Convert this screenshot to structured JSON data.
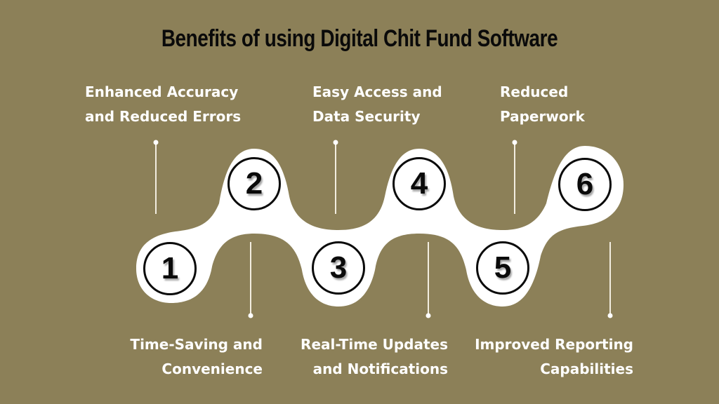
{
  "title": "Benefits of using Digital Chit Fund Software",
  "colors": {
    "background": "#8c8058",
    "path": "#ffffff",
    "ring": "#0a0a0a",
    "label_text": "#ffffff",
    "title_text": "#0a0a0a"
  },
  "steps": [
    {
      "number": "1",
      "position": "bottom",
      "lines": [
        "Time-Saving and",
        "Convenience"
      ]
    },
    {
      "number": "2",
      "position": "top",
      "lines": [
        "Enhanced Accuracy",
        "and Reduced Errors"
      ]
    },
    {
      "number": "3",
      "position": "bottom",
      "lines": [
        "Real-Time Updates",
        "and Notifications"
      ]
    },
    {
      "number": "4",
      "position": "top",
      "lines": [
        "Easy Access and",
        "Data Security"
      ]
    },
    {
      "number": "5",
      "position": "bottom",
      "lines": [
        "Improved Reporting",
        "Capabilities"
      ]
    },
    {
      "number": "6",
      "position": "top",
      "lines": [
        "Reduced",
        "Paperwork"
      ]
    }
  ]
}
